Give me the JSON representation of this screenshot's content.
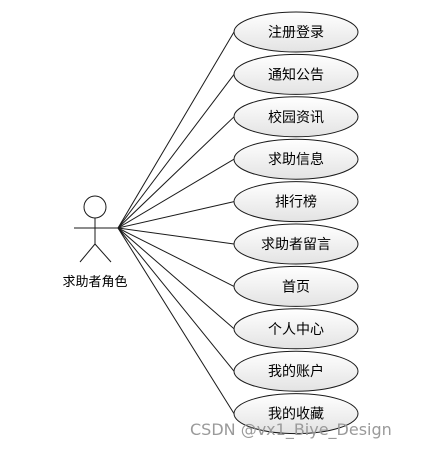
{
  "actor": {
    "label": "求助者角色"
  },
  "use_cases": [
    {
      "label": "注册登录"
    },
    {
      "label": "通知公告"
    },
    {
      "label": "校园资讯"
    },
    {
      "label": "求助信息"
    },
    {
      "label": "排行榜"
    },
    {
      "label": "求助者留言"
    },
    {
      "label": "首页"
    },
    {
      "label": "个人中心"
    },
    {
      "label": "我的账户"
    },
    {
      "label": "我的收藏"
    }
  ],
  "watermark": "CSDN @vx1_Biye_Design",
  "colors": {
    "ellipse_fill_top": "#ffffff",
    "ellipse_fill_bottom": "#e3e3e3",
    "stroke": "#1a1a1a",
    "watermark": "#9a9a9a"
  }
}
